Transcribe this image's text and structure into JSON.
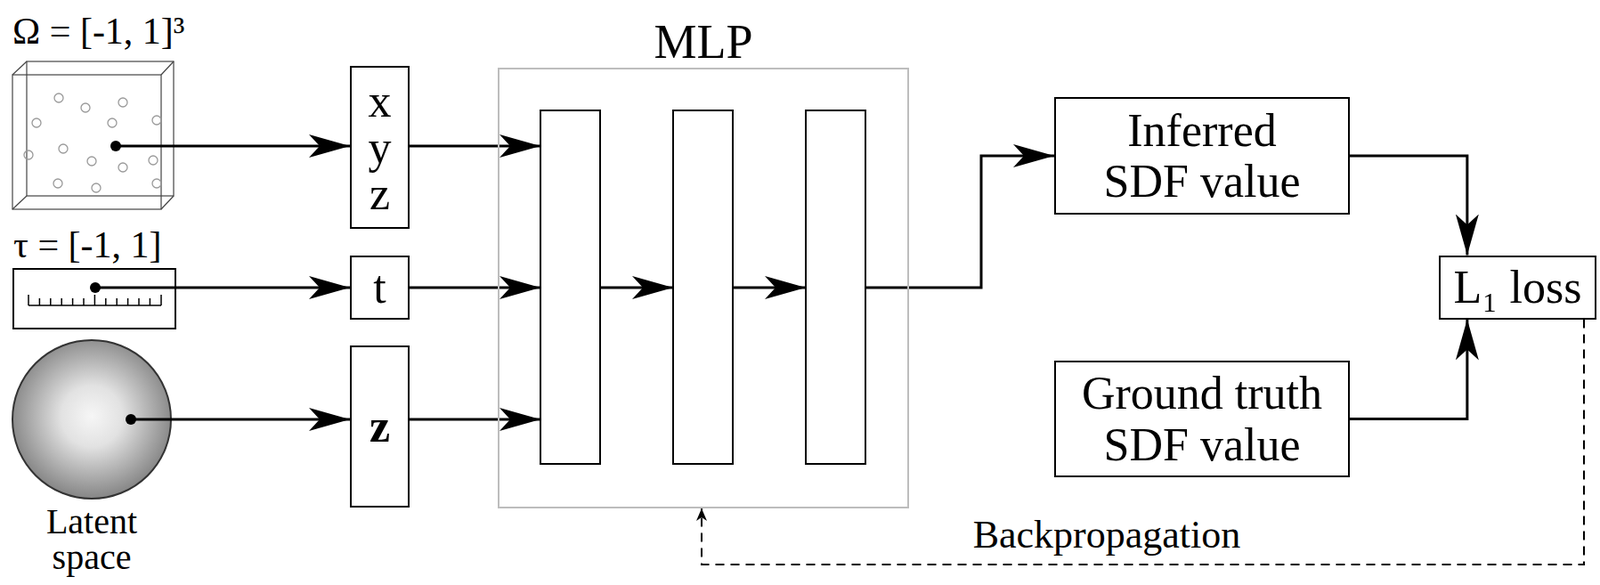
{
  "diagram": {
    "nodes": [
      {
        "text": [
          "Ω = [-1, 1]³"
        ]
      },
      {
        "text": [
          "x y z"
        ]
      },
      {
        "text": [
          "τ = [-1, 1]"
        ]
      },
      {
        "text": [
          "t"
        ]
      },
      {
        "text": [
          "Latent space"
        ]
      },
      {
        "text": [
          "z"
        ]
      },
      {
        "text": [
          "MLP"
        ]
      },
      {
        "text": [
          "Inferred SDF value"
        ]
      },
      {
        "text": [
          "Ground truth SDF value"
        ]
      },
      {
        "text": [
          "L₁ loss"
        ]
      }
    ],
    "edges": [
      {
        "from": 0,
        "to": 1,
        "arrow": "to"
      },
      {
        "from": 2,
        "to": 3,
        "arrow": "to"
      },
      {
        "from": 4,
        "to": 5,
        "arrow": "to"
      },
      {
        "from": 1,
        "to": 6,
        "arrow": "to"
      },
      {
        "from": 3,
        "to": 6,
        "arrow": "to"
      },
      {
        "from": 5,
        "to": 6,
        "arrow": "to"
      },
      {
        "from": 6,
        "to": 7,
        "arrow": "to"
      },
      {
        "from": 7,
        "to": 9,
        "arrow": "to"
      },
      {
        "from": 8,
        "to": 9,
        "arrow": "to"
      },
      {
        "from": 9,
        "to": 6,
        "label": "Backpropagation",
        "arrow": "to"
      }
    ]
  }
}
